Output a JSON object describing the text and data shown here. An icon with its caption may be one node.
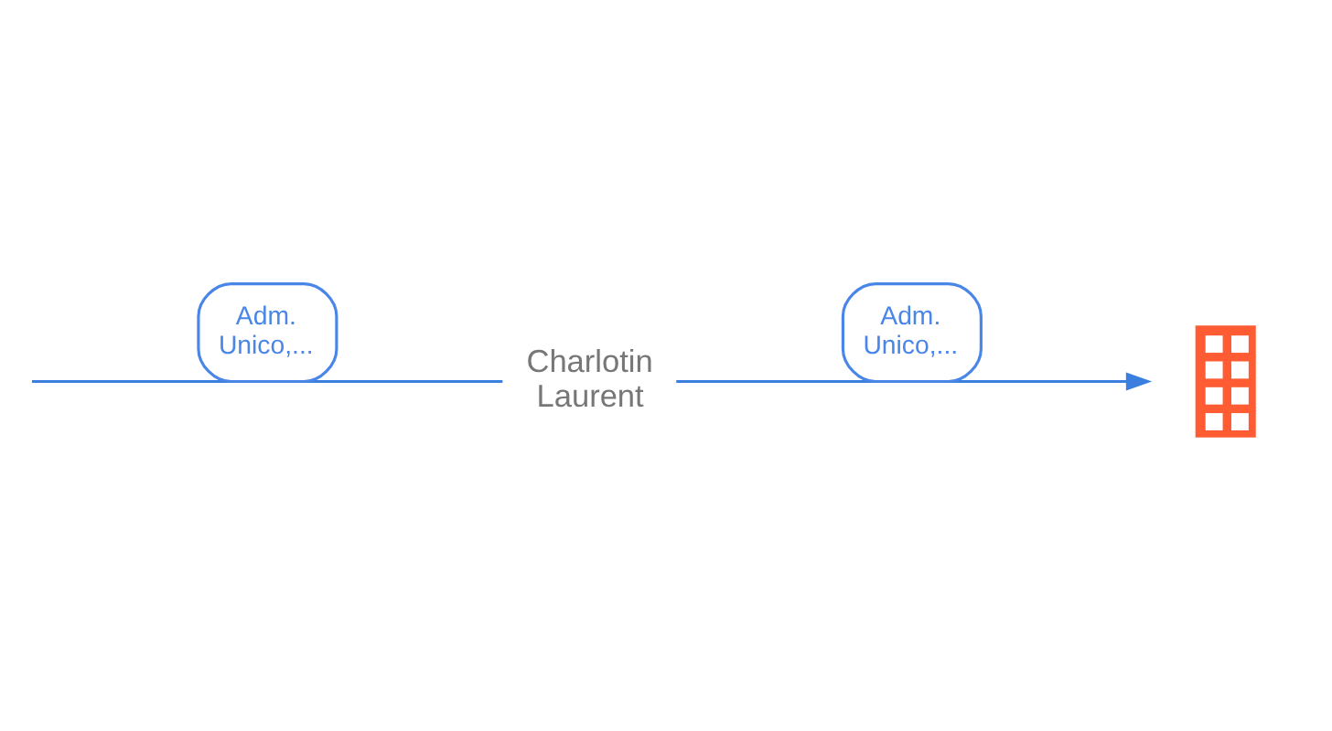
{
  "diagram": {
    "nodes": [
      {
        "text": [
          "Charlotin Laurent"
        ]
      },
      {
        "text": [],
        "shape": "picture"
      }
    ],
    "edges": [
      {
        "from": null,
        "to": 0,
        "arrow": "none",
        "label": "Adm. Unico,..."
      },
      {
        "from": 0,
        "to": 1,
        "arrow": "to",
        "label": "Adm. Unico,..."
      }
    ]
  }
}
